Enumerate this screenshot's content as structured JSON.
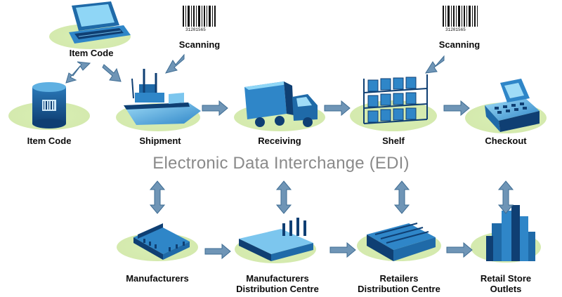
{
  "labels": {
    "item_code_computer": "Item Code",
    "scanning_left": "Scanning",
    "scanning_right": "Scanning",
    "item_code_can": "Item Code",
    "shipment": "Shipment",
    "receiving": "Receiving",
    "shelf": "Shelf",
    "checkout": "Checkout",
    "manufacturers": "Manufacturers",
    "mfr_dc_line1": "Manufacturers",
    "mfr_dc_line2": "Distribution Centre",
    "ret_dc_line1": "Retailers",
    "ret_dc_line2": "Distribution Centre",
    "outlets_line1": "Retail Store",
    "outlets_line2": "Outlets"
  },
  "center_title": "Electronic Data Interchange (EDI)",
  "barcode_numbers": {
    "left": "31201565",
    "right": "31201565"
  },
  "colors": {
    "accent_blue": "#2f86c8",
    "light_blue": "#7cc6ee",
    "dark_blue": "#0f3f73",
    "green_shadow": "#cfe8a6",
    "arrow_gray": "#6f95b6"
  }
}
